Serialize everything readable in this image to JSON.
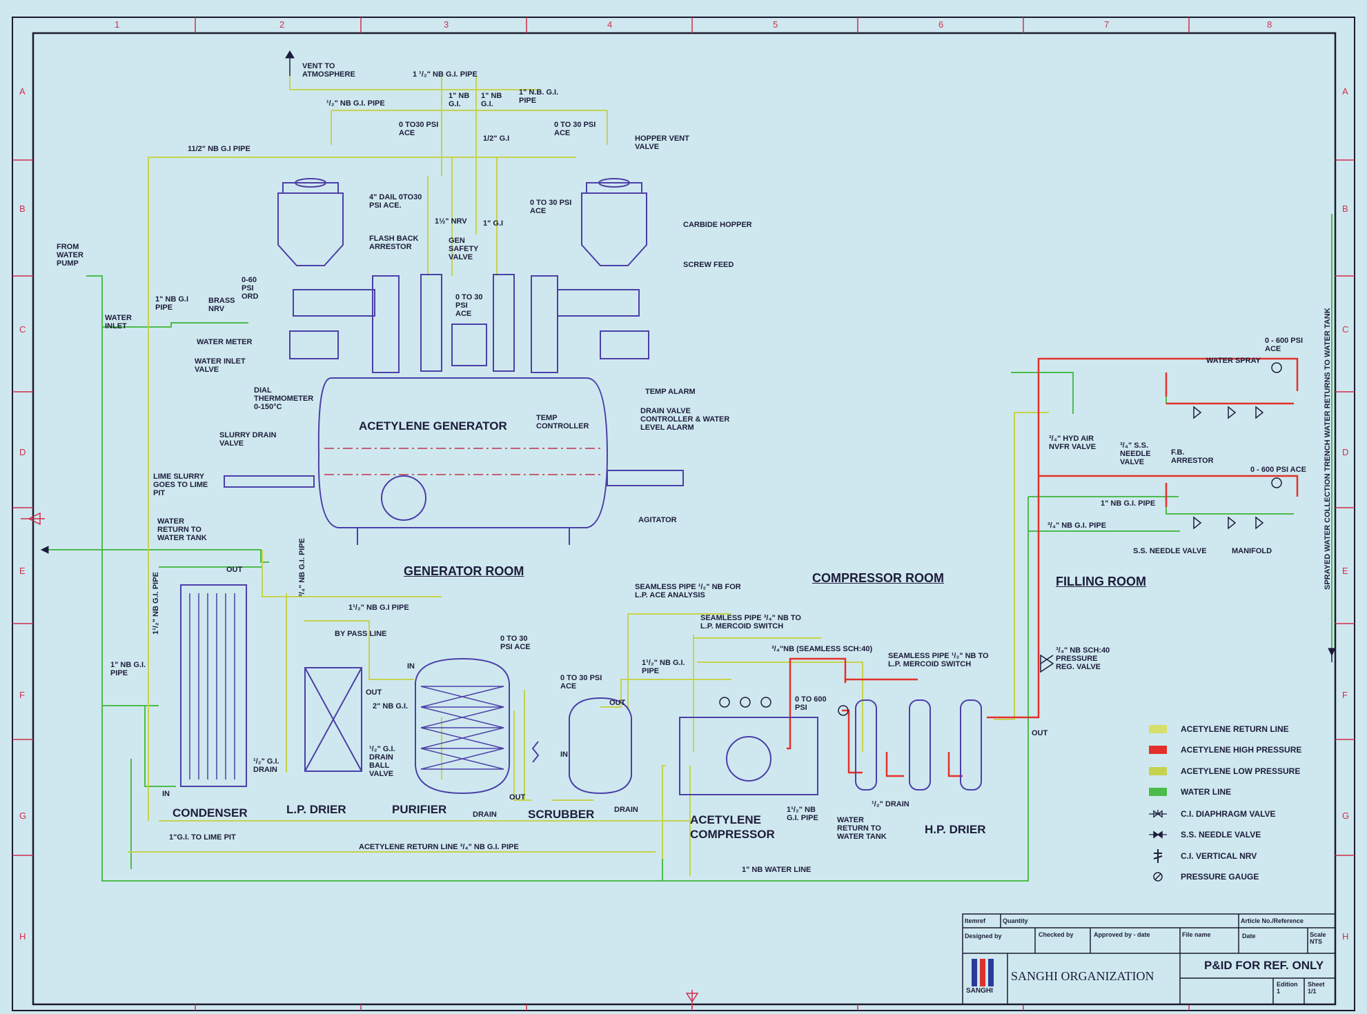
{
  "colors": {
    "background": "#cfe8ef",
    "frame": "#1a1a2e",
    "equipment": "#4a3fa8",
    "acetylene_return": "#c9d85a",
    "acetylene_high": "#e3302a",
    "acetylene_low": "#c6d24e",
    "water": "#4bbb4b",
    "grid_marks": "#d02c4c"
  },
  "grid": {
    "columns": [
      "1",
      "2",
      "3",
      "4",
      "5",
      "6",
      "7",
      "8"
    ],
    "rows": [
      "A",
      "B",
      "C",
      "D",
      "E",
      "F",
      "G",
      "H"
    ]
  },
  "rooms": {
    "generator": "GENERATOR ROOM",
    "compressor": "COMPRESSOR ROOM",
    "filling": "FILLING ROOM"
  },
  "equipment": {
    "acetylene_generator": "ACETYLENE GENERATOR",
    "condenser": "CONDENSER",
    "lp_drier": "L.P. DRIER",
    "purifier": "PURIFIER",
    "scrubber": "SCRUBBER",
    "compressor": "ACETYLENE\nCOMPRESSOR",
    "hp_drier": "H.P. DRIER"
  },
  "labels": {
    "vent": "VENT TO\nATMOSPHERE",
    "pipe_top": "1 ¹/₂\" NB G.I. PIPE",
    "pipe_half_left": "¹/₂\" NB G.I. PIPE",
    "nb1_a": "1\" NB\nG.I.",
    "nb1_b": "1\" NB\nG.I.",
    "nb1_c": "1\" N.B. G.I.\nPIPE",
    "ace30_left": "0 TO30 PSI\nACE",
    "half_gi": "1/2\" G.I",
    "ace30_right": "0 TO 30 PSI\nACE",
    "hopper_vent": "HOPPER VENT\nVALVE",
    "pipe_112": "11/2\" NB G.I PIPE",
    "dail4": "4\" DAIL 0TO30\nPSI ACE.",
    "nrv": "1½\" NRV",
    "gi1": "1\" G.I",
    "ace30_small": "0 TO 30 PSI\nACE",
    "carbide": "CARBIDE HOPPER",
    "flash": "FLASH BACK\nARRESTOR",
    "gen_safety": "GEN\nSAFETY\nVALVE",
    "screw": "SCREW FEED",
    "ace30_center": "0 TO 30\nPSI\nACE",
    "from_pump": "FROM\nWATER\nPUMP",
    "psi060": "0-60\nPSI\nORD",
    "nb1_gi_pipe": "1\" NB G.I\nPIPE",
    "brass_nrv": "BRASS\nNRV",
    "water_inlet": "WATER\nINLET",
    "water_meter": "WATER METER",
    "water_inlet_valve": "WATER INLET\nVALVE",
    "dial_thermo": "DIAL\nTHERMOMETER\n0-150°C",
    "temp_alarm": "TEMP ALARM",
    "temp_ctrl": "TEMP\nCONTROLLER",
    "drain_ctrl": "DRAIN VALVE\nCONTROLLER & WATER\nLEVEL ALARM",
    "slurry": "SLURRY DRAIN\nVALVE",
    "lime": "LIME SLURRY\nGOES TO LIME\nPIT",
    "agitator": "AGITATOR",
    "water_return": "WATER\nRETURN TO\nWATER TANK",
    "out_cond": "OUT",
    "pipe_34_vert": "³/₄\" NB G.I. PIPE",
    "pipe_112_vert": "1¹/₂\" NB G.I. PIPE",
    "pipe_112_h": "1¹/₂\" NB G.I PIPE",
    "bypass": "BY PASS LINE",
    "nb1_gi_pipe2": "1\" NB G.I.\nPIPE",
    "out_lp": "OUT",
    "nb2_gi": "2\" NB G.I.",
    "in_pur": "IN",
    "ace30_pur": "0 TO 30\nPSI ACE",
    "half_gi_drain_l": "¹/₂\" G.I.\nDRAIN",
    "half_gi_drain_ball": "¹/₂\" G.I.\nDRAIN\nBALL\nVALVE",
    "in_cond": "IN",
    "drain_pur": "DRAIN",
    "out_pur": "OUT",
    "drain_scr": "DRAIN",
    "gi_lime": "1\"G.I. TO LIME PIT",
    "acet_return_pipe": "ACETYLENE RETURN LINE ³/₄\" NB G.I. PIPE",
    "water_line_1nb": "1\" NB WATER LINE",
    "seamless_lp_ace": "SEAMLESS PIPE ¹/₂\" NB FOR\nL.P. ACE ANALYSIS",
    "seamless_lp_merc": "SEAMLESS PIPE ³/₄\" NB TO\nL.P. MERCOID SWITCH",
    "nb_112_gi": "1¹/₂\" NB G.I.\nPIPE",
    "ace30_scr": "0 TO 30 PSI\nACE",
    "out_scr": "OUT",
    "in_scr": "IN",
    "sch40": "³/₄\"NB (SEAMLESS SCH:40)",
    "seamless_lp_merc2": "SEAMLESS PIPE ¹/₂\" NB TO\nL.P. MERCOID SWITCH",
    "psi600": "0 TO 600\nPSI",
    "nb_112_gi2": "1¹/₂\" NB\nG.I. PIPE",
    "water_ret2": "WATER\nRETURN TO\nWATER TANK",
    "drain_hp": "¹/₂\" DRAIN",
    "out_hp": "OUT",
    "sch40_prv": "³/₄\" NB SCH:40\nPRESSURE\nREG. VALVE",
    "psi600_ace_top": "0 - 600 PSI\nACE",
    "water_spray": "WATER SPRAY",
    "hyd_air": "³/₄\" HYD AIR\nNVFR VALVE",
    "ss_needle": "³/₄\" S.S.\nNEEDLE\nVALVE",
    "fb_arrestor": "F.B.\nARRESTOR",
    "psi600_ace_mid": "0 - 600 PSI ACE",
    "nb1_gi_pipe3": "1\" NB G.I. PIPE",
    "nb34_gi_pipe": "³/₄\" NB G.I. PIPE",
    "ss_needle2": "S.S. NEEDLE VALVE",
    "manifold": "MANIFOLD",
    "sprayed": "SPRAYED WATER COLLECTION TRENCH WATER RETURNS TO WATER TANK"
  },
  "legend": [
    {
      "type": "swatch",
      "color": "#d6df6a",
      "label": "ACETYLENE RETURN LINE"
    },
    {
      "type": "swatch",
      "color": "#e3302a",
      "label": "ACETYLENE HIGH PRESSURE"
    },
    {
      "type": "swatch",
      "color": "#c6d24e",
      "label": "ACETYLENE LOW PRESSURE"
    },
    {
      "type": "swatch",
      "color": "#4bbb4b",
      "label": "WATER LINE"
    },
    {
      "type": "symbol",
      "icon": "diaphragm-valve-icon",
      "label": "C.I. DIAPHRAGM VALVE"
    },
    {
      "type": "symbol",
      "icon": "needle-valve-icon",
      "label": "S.S. NEEDLE VALVE"
    },
    {
      "type": "symbol",
      "icon": "vertical-nrv-icon",
      "label": "C.I. VERTICAL NRV"
    },
    {
      "type": "symbol",
      "icon": "pressure-gauge-icon",
      "label": "PRESSURE GAUGE"
    }
  ],
  "title_block": {
    "item": "Itemref",
    "quantity": "Quantity",
    "article": "Article No./Reference",
    "designed": "Designed by",
    "checked": "Checked by",
    "approved": "Approved by - date",
    "file": "File name",
    "date": "Date",
    "scale": "Scale\nNTS",
    "company": "SANGHI ORGANIZATION",
    "logo_text": "SANGHI",
    "title": "P&ID FOR REF. ONLY",
    "edition": "Edition\n1",
    "sheet": "Sheet\n1/1"
  }
}
